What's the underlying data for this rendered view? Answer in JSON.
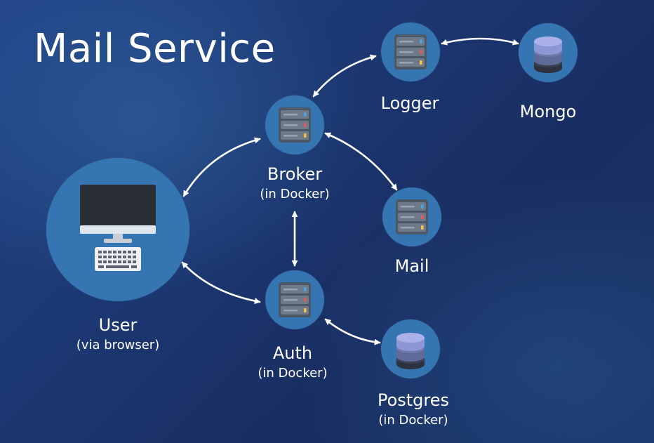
{
  "title": "Mail Service",
  "nodes": {
    "user": {
      "label": "User",
      "sublabel": "(via browser)",
      "icon": "desktop-computer-icon"
    },
    "broker": {
      "label": "Broker",
      "sublabel": "(in Docker)",
      "icon": "server-icon"
    },
    "auth": {
      "label": "Auth",
      "sublabel": "(in Docker)",
      "icon": "server-icon"
    },
    "logger": {
      "label": "Logger",
      "icon": "server-icon"
    },
    "mail": {
      "label": "Mail",
      "icon": "server-icon"
    },
    "mongo": {
      "label": "Mongo",
      "icon": "database-icon"
    },
    "postgres": {
      "label": "Postgres",
      "sublabel": "(in Docker)",
      "icon": "database-icon"
    }
  },
  "connections": [
    {
      "from": "User",
      "to": "Broker",
      "direction": "bidirectional"
    },
    {
      "from": "User",
      "to": "Auth",
      "direction": "bidirectional"
    },
    {
      "from": "Broker",
      "to": "Auth",
      "direction": "bidirectional"
    },
    {
      "from": "Broker",
      "to": "Logger",
      "direction": "bidirectional"
    },
    {
      "from": "Broker",
      "to": "Mail",
      "direction": "bidirectional"
    },
    {
      "from": "Logger",
      "to": "Mongo",
      "direction": "bidirectional"
    },
    {
      "from": "Auth",
      "to": "Postgres",
      "direction": "bidirectional"
    }
  ],
  "colors": {
    "background": "#1d3a78",
    "node_circle": "#3575b1",
    "server_body": "#4d5866",
    "server_slot": "#6f7a89",
    "led_blue": "#4aa3e6",
    "led_red": "#e05a5a",
    "led_yellow": "#f2c14e",
    "db_top": "#8e97d6",
    "db_middle": "#5f6a99",
    "db_bottom": "#2c323f",
    "arrow": "#ffffff"
  }
}
